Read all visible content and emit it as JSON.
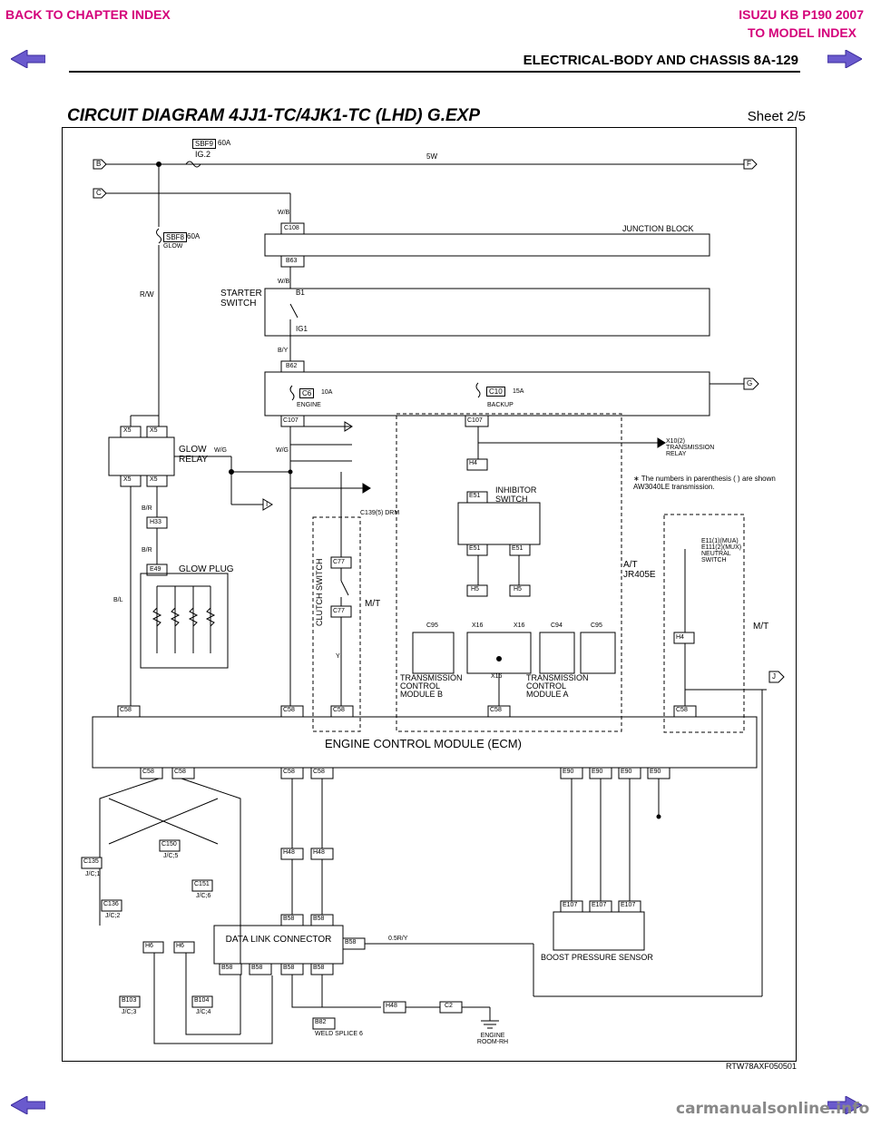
{
  "nav": {
    "back_chapter": "BACK TO CHAPTER INDEX",
    "model_title": "ISUZU KB P190 2007",
    "to_model": "TO MODEL INDEX"
  },
  "header": {
    "section": "ELECTRICAL-BODY AND CHASSIS  8A-129"
  },
  "title": "CIRCUIT DIAGRAM 4JJ1-TC/4JK1-TC (LHD) G.EXP",
  "sheet": "Sheet 2/5",
  "diagram": {
    "blocks": {
      "junction_block": "JUNCTION BLOCK",
      "starter_switch": "STARTER SWITCH",
      "glow_relay": "GLOW RELAY",
      "glow_plug": "GLOW PLUG",
      "clutch_switch": "CLUTCH SWITCH",
      "inhibitor_switch": "INHIBITOR SWITCH",
      "tcm_b": "TRANSMISSION CONTROL MODULE B",
      "tcm_a": "TRANSMISSION CONTROL MODULE A",
      "ecm": "ENGINE CONTROL MODULE (ECM)",
      "data_link": "DATA LINK CONNECTOR",
      "boost": "BOOST PRESSURE SENSOR",
      "weld_splice": "WELD SPLICE 6",
      "engine_room": "ENGINE ROOM-RH",
      "trans_relay": "X10(2) TRANSMISSION RELAY",
      "drm": "C139(5) DRM",
      "neutral_switch": "E11(1)(MUA) E111(2)(MUX) NEUTRAL SWITCH",
      "mt": "M/T",
      "at": "A/T JR405E",
      "note": "∗ The numbers in parenthesis (  ) are shown AW3040LE transmission."
    },
    "fuses": {
      "sbf9": "SBF9",
      "sbf9_rating": "60A",
      "ig2": "IG.2",
      "sbf8": "SBF8",
      "sbf8_rating": "60A",
      "glow": "GLOW",
      "c6": "C6",
      "c6_rating": "10A",
      "c6_name": "ENGINE",
      "c10": "C10",
      "c10_rating": "15A",
      "c10_name": "BACKUP"
    },
    "wires": {
      "main_bus": "5W",
      "w3wb": "W/B",
      "r_w": "R/W",
      "w_g": "W/G",
      "b_r": "B/R",
      "b_l": "B/L",
      "y": "Y",
      "b_y": "B/Y",
      "to_link": "0.5R/Y",
      "ig1": "IG1",
      "b1": "B1"
    },
    "connectors": {
      "c108": "C108",
      "b63": "B63",
      "b62": "B62",
      "c107": "C107",
      "x5": "X5",
      "h33": "H33",
      "e49": "E49",
      "c58": "C58",
      "c77": "C77",
      "e51": "E51",
      "h4": "H4",
      "h5": "H5",
      "c95": "C95",
      "x16": "X16",
      "c94": "C94",
      "h48": "H48",
      "b58": "B58",
      "h6": "H6",
      "e90": "E90",
      "e107": "E107",
      "c135": "C135",
      "c136": "C136",
      "c150": "C150",
      "c151": "C151",
      "b103": "B103",
      "b104": "B104",
      "b82": "B82",
      "c2": "C2"
    },
    "jc": {
      "jc1": "J/C;1",
      "jc2": "J/C;2",
      "jc5": "J/C;5",
      "jc6": "J/C;6",
      "jc3": "J/C;3",
      "jc4": "J/C;4"
    },
    "offpage": {
      "b": "B",
      "c": "C",
      "f": "F",
      "g": "G",
      "j": "J",
      "i": "I"
    }
  },
  "footer": {
    "code": "RTW78AXF050501"
  },
  "watermark": "carmanualsonline.info",
  "colors": {
    "nav": "#d4007a",
    "arrow": "#6a5acd"
  }
}
